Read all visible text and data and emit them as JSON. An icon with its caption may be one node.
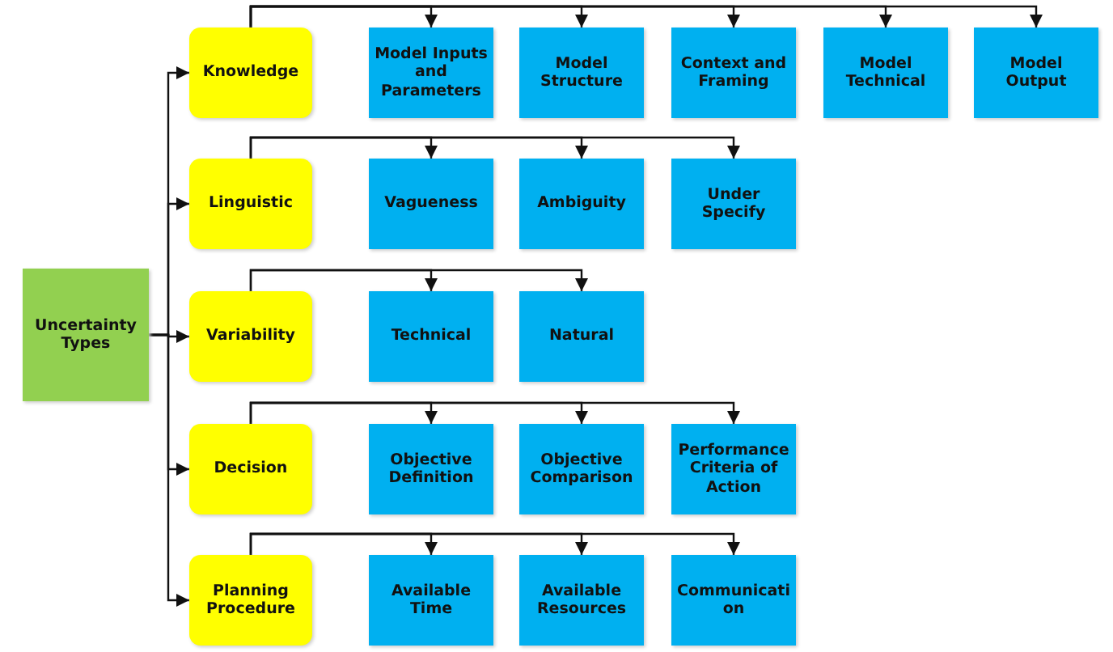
{
  "diagram": {
    "nodes": [
      {
        "text": [
          "Uncertainty Types"
        ]
      },
      {
        "text": [
          "Knowledge"
        ]
      },
      {
        "text": [
          "Model Inputs and Parameters"
        ]
      },
      {
        "text": [
          "Model Structure"
        ]
      },
      {
        "text": [
          "Context and Framing"
        ]
      },
      {
        "text": [
          "Model Technical"
        ]
      },
      {
        "text": [
          "Model Output"
        ]
      },
      {
        "text": [
          "Linguistic"
        ]
      },
      {
        "text": [
          "Vagueness"
        ]
      },
      {
        "text": [
          "Ambiguity"
        ]
      },
      {
        "text": [
          "Under Specify"
        ]
      },
      {
        "text": [
          "Variability"
        ]
      },
      {
        "text": [
          "Technical"
        ]
      },
      {
        "text": [
          "Natural"
        ]
      },
      {
        "text": [
          "Decision"
        ]
      },
      {
        "text": [
          "Objective Definition"
        ]
      },
      {
        "text": [
          "Objective Comparison"
        ]
      },
      {
        "text": [
          "Performance Criteria of Action"
        ]
      },
      {
        "text": [
          "Planning Procedure"
        ]
      },
      {
        "text": [
          "Available Time"
        ]
      },
      {
        "text": [
          "Available Resources"
        ]
      },
      {
        "text": [
          "Communication"
        ]
      }
    ],
    "edges": [
      {
        "from": 0,
        "to": 1,
        "arrow": "to"
      },
      {
        "from": 0,
        "to": 7,
        "arrow": "to"
      },
      {
        "from": 0,
        "to": 11,
        "arrow": "to"
      },
      {
        "from": 0,
        "to": 14,
        "arrow": "to"
      },
      {
        "from": 0,
        "to": 18,
        "arrow": "to"
      },
      {
        "from": 1,
        "to": 2,
        "arrow": "to"
      },
      {
        "from": 1,
        "to": 3,
        "arrow": "to"
      },
      {
        "from": 1,
        "to": 4,
        "arrow": "to"
      },
      {
        "from": 1,
        "to": 5,
        "arrow": "to"
      },
      {
        "from": 1,
        "to": 6,
        "arrow": "to"
      },
      {
        "from": 7,
        "to": 8,
        "arrow": "to"
      },
      {
        "from": 7,
        "to": 9,
        "arrow": "to"
      },
      {
        "from": 7,
        "to": 10,
        "arrow": "to"
      },
      {
        "from": 11,
        "to": 12,
        "arrow": "to"
      },
      {
        "from": 11,
        "to": 13,
        "arrow": "to"
      },
      {
        "from": 14,
        "to": 15,
        "arrow": "to"
      },
      {
        "from": 14,
        "to": 16,
        "arrow": "to"
      },
      {
        "from": 14,
        "to": 17,
        "arrow": "to"
      },
      {
        "from": 18,
        "to": 19,
        "arrow": "to"
      },
      {
        "from": 18,
        "to": 20,
        "arrow": "to"
      },
      {
        "from": 18,
        "to": 21,
        "arrow": "to"
      }
    ]
  }
}
